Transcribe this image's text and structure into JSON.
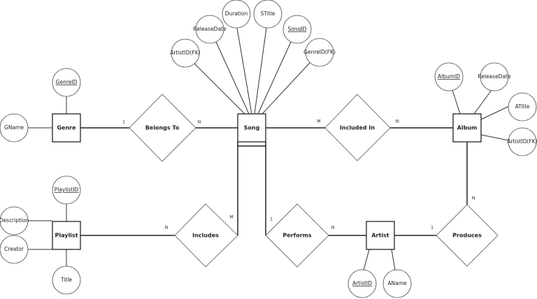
{
  "entities": {
    "genre": {
      "name": "Genre",
      "attributes": {
        "key": "GenreID",
        "name": "GName"
      }
    },
    "song": {
      "name": "Song",
      "attributes": {
        "artist_fk": "ArtistID(FK)",
        "release_date": "ReleaseDate",
        "duration": "Duration",
        "title": "STitle",
        "key": "SongID",
        "genre_fk": "GenreID(FK)"
      }
    },
    "album": {
      "name": "Album",
      "attributes": {
        "key": "AlbumID",
        "release_date": "ReleaseDate",
        "title": "ATitle",
        "artist_fk": "ArtistID(FK)"
      }
    },
    "playlist": {
      "name": "Playlist",
      "attributes": {
        "key": "PlaylistID",
        "description": "Description",
        "creator": "Creator",
        "title": "Title"
      }
    },
    "artist": {
      "name": "Artist",
      "attributes": {
        "key": "ArtistID",
        "name": "AName"
      }
    }
  },
  "relationships": {
    "belongs_to": {
      "name": "Belongs To",
      "card_left": "1",
      "card_right": "N"
    },
    "included_in": {
      "name": "Included In",
      "card_left": "M",
      "card_right": "N"
    },
    "includes": {
      "name": "Includes",
      "card_left": "N",
      "card_right": "M"
    },
    "performs": {
      "name": "Performs",
      "card_left": "1",
      "card_right": "N"
    },
    "produces": {
      "name": "Produces",
      "card_left": "1",
      "card_top": "N"
    }
  }
}
